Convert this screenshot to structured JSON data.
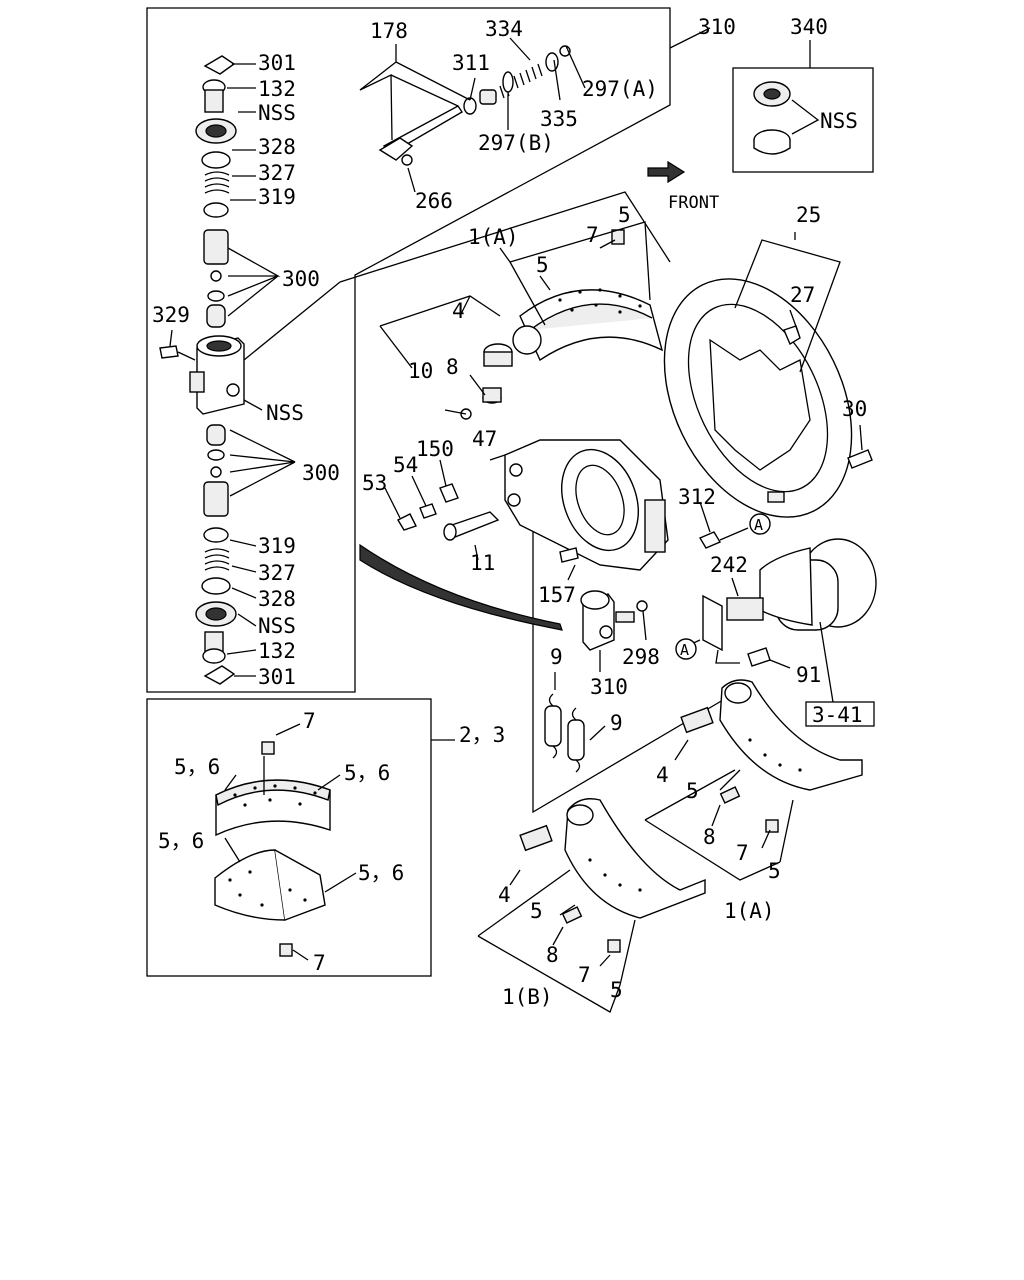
{
  "front_label": "FRONT",
  "panel_ref": "3-41",
  "callout_A": "A",
  "labels": {
    "l178": "178",
    "l334": "334",
    "l310_top": "310",
    "l340": "340",
    "l311": "311",
    "l297A": "297(A)",
    "l335": "335",
    "l297B": "297(B)",
    "l266": "266",
    "l301a": "301",
    "l132a": "132",
    "lNSSa": "NSS",
    "l328a": "328",
    "l327a": "327",
    "l319a": "319",
    "l300a": "300",
    "l329": "329",
    "lNSSb": "NSS",
    "l300b": "300",
    "l319b": "319",
    "l327b": "327",
    "l328b": "328",
    "lNSSc": "NSS",
    "l132b": "132",
    "l301b": "301",
    "lNSS340": "NSS",
    "l1A_top": "1(A)",
    "l7_top": "7",
    "l5_top1": "5",
    "l5_top2": "5",
    "l4_top": "4",
    "l10": "10",
    "l8_top": "8",
    "l25": "25",
    "l27": "27",
    "l30": "30",
    "l150": "150",
    "l47": "47",
    "l53": "53",
    "l54": "54",
    "l11": "11",
    "l312": "312",
    "l157": "157",
    "l242": "242",
    "l298": "298",
    "l310_mid": "310",
    "l91": "91",
    "l9a": "9",
    "l9b": "9",
    "l7_box_top": "7",
    "l56_a": "5，6",
    "l56_b": "5，6",
    "l56_c": "5，6",
    "l56_d": "5，6",
    "l7_box_bot": "7",
    "l23": "2，3",
    "l4_r": "4",
    "l5_r1": "5",
    "l8_r": "8",
    "l7_r": "7",
    "l5_r2": "5",
    "l1A_bot": "1(A)",
    "l4_b": "4",
    "l5_b1": "5",
    "l8_b": "8",
    "l7_b": "7",
    "l5_b2": "5",
    "l1B": "1(B)"
  }
}
